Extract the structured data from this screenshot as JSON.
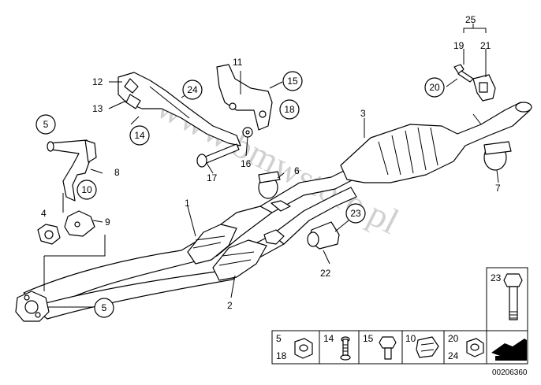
{
  "callouts": {
    "c1": "1",
    "c2": "2",
    "c3": "3",
    "c4": "4",
    "c5a": "5",
    "c5b": "5",
    "c6": "6",
    "c7": "7",
    "c8": "8",
    "c9": "9",
    "c10": "10",
    "c11": "11",
    "c12": "12",
    "c13": "13",
    "c14": "14",
    "c15": "15",
    "c16": "16",
    "c17": "17",
    "c18": "18",
    "c19": "19",
    "c20": "20",
    "c21": "21",
    "c22": "22",
    "c23a": "23",
    "c23b": "23",
    "c24": "24",
    "c25": "25"
  },
  "legend": {
    "cell1_top": "5",
    "cell1_bottom": "18",
    "cell2": "14",
    "cell3": "15",
    "cell4": "10",
    "cell5_top": "20",
    "cell5_bottom": "24",
    "bolt_label": "23"
  },
  "watermark": "www.bmwstore.pl",
  "diagram_code": "00206360"
}
